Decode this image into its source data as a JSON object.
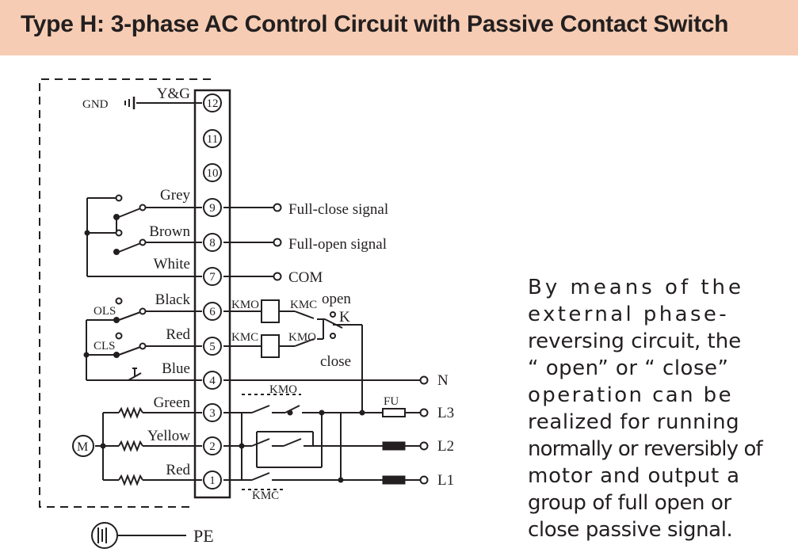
{
  "header": {
    "title": "Type H: 3-phase AC Control Circuit with Passive Contact Switch"
  },
  "terminals": [
    "12",
    "11",
    "10",
    "9",
    "8",
    "7",
    "6",
    "5",
    "4",
    "3",
    "2",
    "1"
  ],
  "wires": {
    "yg": "Y&G",
    "grey": "Grey",
    "brown": "Brown",
    "white": "White",
    "black": "Black",
    "red": "Red",
    "blue": "Blue",
    "green": "Green",
    "yellow": "Yellow",
    "red2": "Red"
  },
  "labels": {
    "gnd": "GND",
    "ols": "OLS",
    "cls": "CLS",
    "motor": "M",
    "pe": "PE",
    "kmo": "KMO",
    "kmc": "KMC",
    "open": "open",
    "close": "close",
    "k": "K",
    "fu": "FU",
    "n": "N",
    "l1": "L1",
    "l2": "L2",
    "l3": "L3"
  },
  "signals": {
    "full_close": "Full-close signal",
    "full_open": "Full-open signal",
    "com": "COM"
  },
  "description": {
    "lines": [
      "By means of the",
      "external phase-",
      "reversing circuit, the",
      "“ open”  or “ close”",
      "operation can be",
      "realized for running",
      "normally or reversibly of",
      "motor and output a",
      "group of full open or",
      "close passive signal."
    ]
  }
}
